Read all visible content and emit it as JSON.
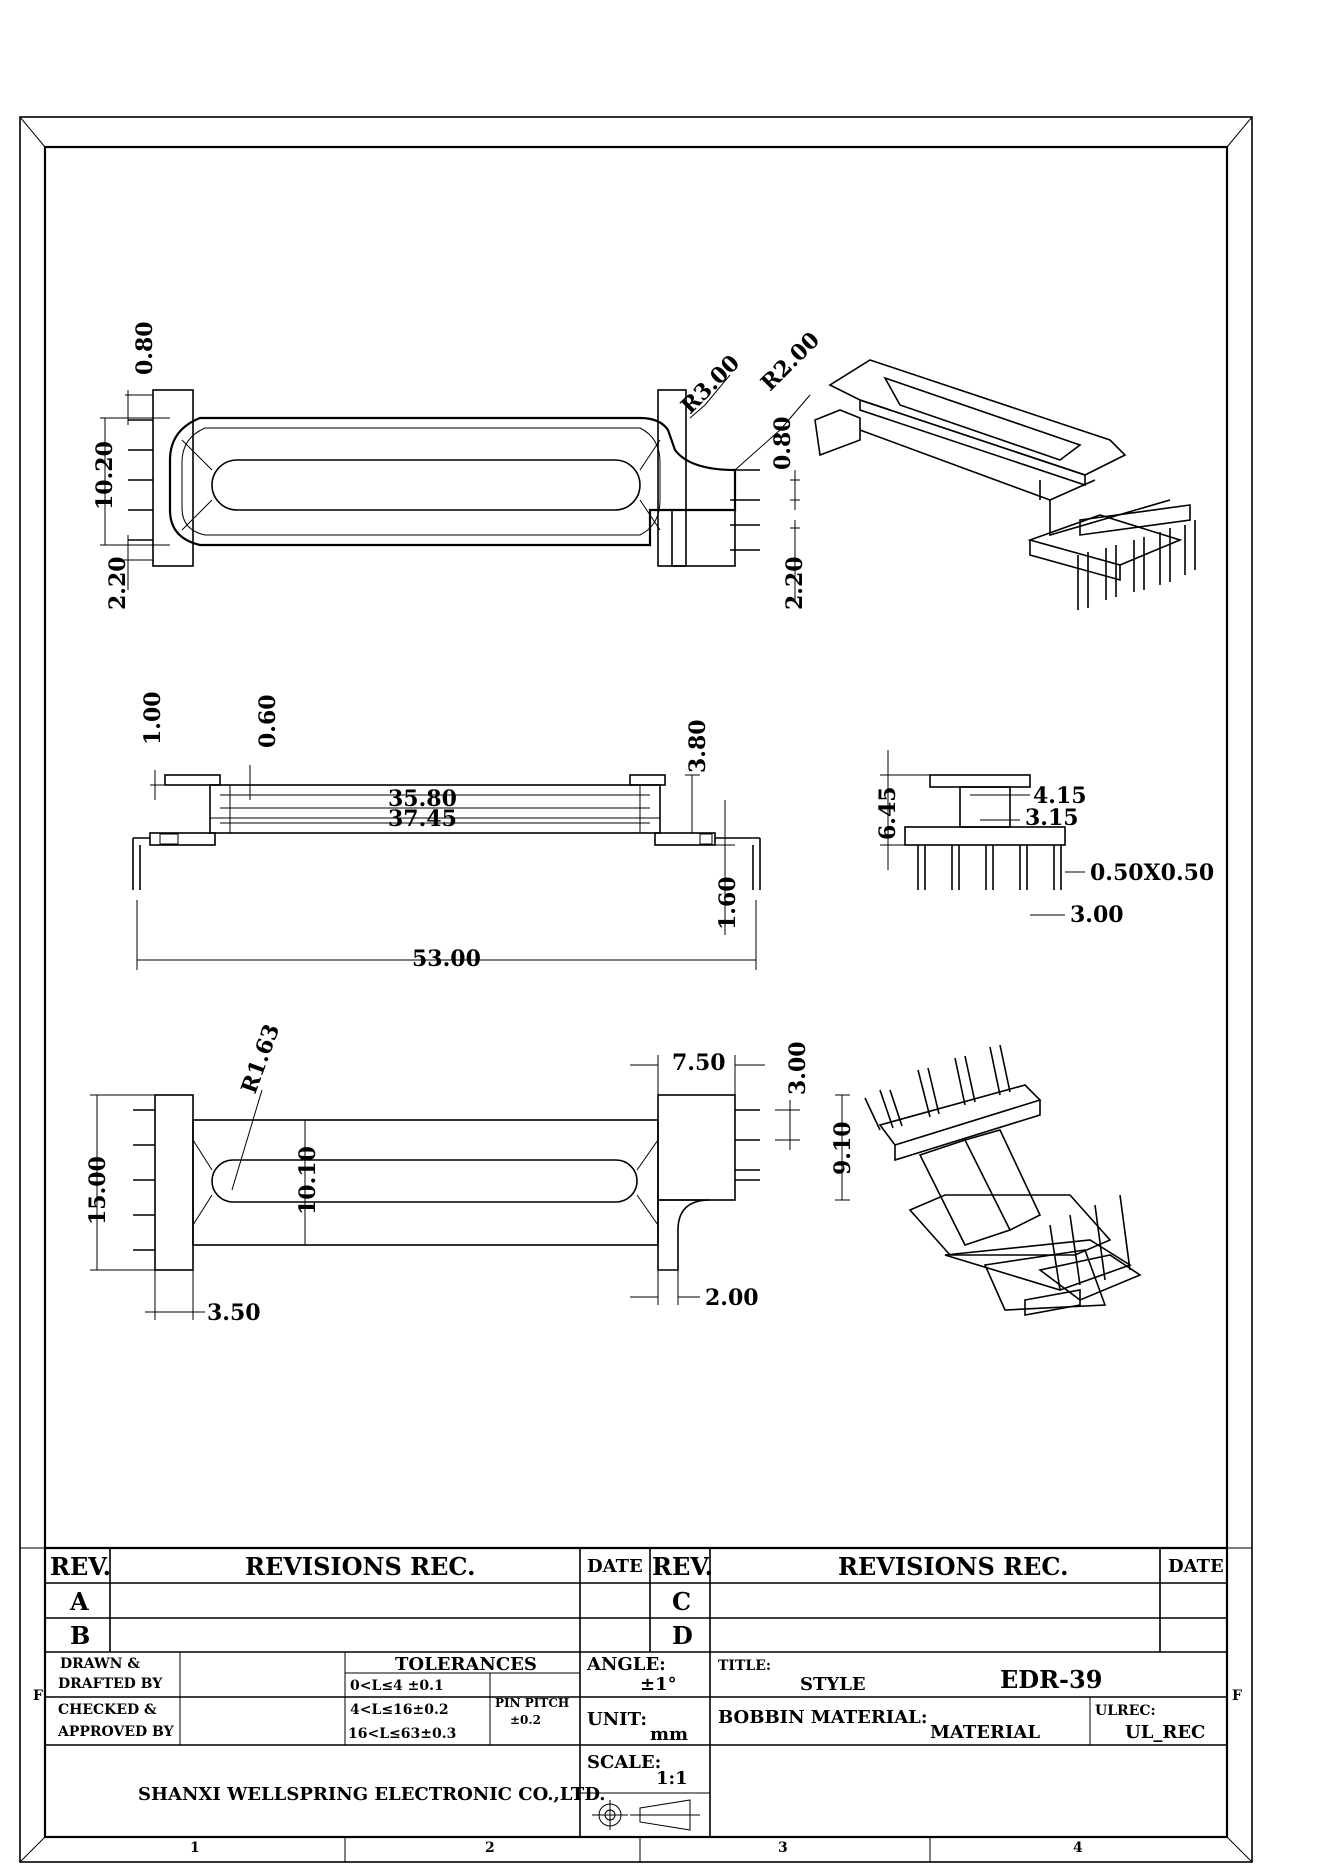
{
  "dimensions": {
    "top_view": {
      "d080": "0.80",
      "d1020": "10.20",
      "d220": "2.20",
      "r300": "R3.00",
      "r200": "R2.00",
      "d080_right": "0.80",
      "d220_right": "2.20"
    },
    "side_view": {
      "d100": "1.00",
      "d060": "0.60",
      "d380": "3.80",
      "d3580": "35.80",
      "d3745": "37.45",
      "d160": "1.60",
      "d5300": "53.00"
    },
    "end_view": {
      "d645": "6.45",
      "d415": "4.15",
      "d315": "3.15",
      "d050": "0.50X0.50",
      "d300": "3.00"
    },
    "bottom_view": {
      "r163": "R1.63",
      "d750": "7.50",
      "d300": "3.00",
      "d910": "9.10",
      "d1500": "15.00",
      "d1010": "10.10",
      "d350": "3.50",
      "d200": "2.00"
    }
  },
  "title_block": {
    "rev_header": "REV.",
    "revisions_header": "REVISIONS REC.",
    "date_header": "DATE",
    "rev_a": "A",
    "rev_b": "B",
    "rev_c": "C",
    "rev_d": "D",
    "drawn_label_1": "DRAWN  &",
    "drawn_label_2": "DRAFTED BY",
    "checked_label_1": "CHECKED  &",
    "checked_label_2": "APPROVED BY",
    "tolerances_label": "TOLERANCES",
    "tol_1": "0<L≤4  ±0.1",
    "tol_2": "4<L≤16±0.2",
    "tol_3": "16<L≤63±0.3",
    "pin_pitch_label": "PIN PITCH",
    "pin_pitch_value": "±0.2",
    "angle_label": "ANGLE:",
    "angle_value": "±1°",
    "unit_label": "UNIT:",
    "unit_value": "mm",
    "scale_label": "SCALE:",
    "scale_value": "1:1",
    "title_label": "TITLE:",
    "style_label": "STYLE",
    "title_value": "EDR-39",
    "material_label": "BOBBIN MATERIAL:",
    "material_value": "MATERIAL",
    "ulrec_label": "ULREC:",
    "ulrec_value": "UL_REC",
    "company": "SHANXI WELLSPRING ELECTRONIC CO.,LTD.",
    "zone_f": "F"
  },
  "zones": {
    "z1": "1",
    "z2": "2",
    "z3": "3",
    "z4": "4"
  }
}
